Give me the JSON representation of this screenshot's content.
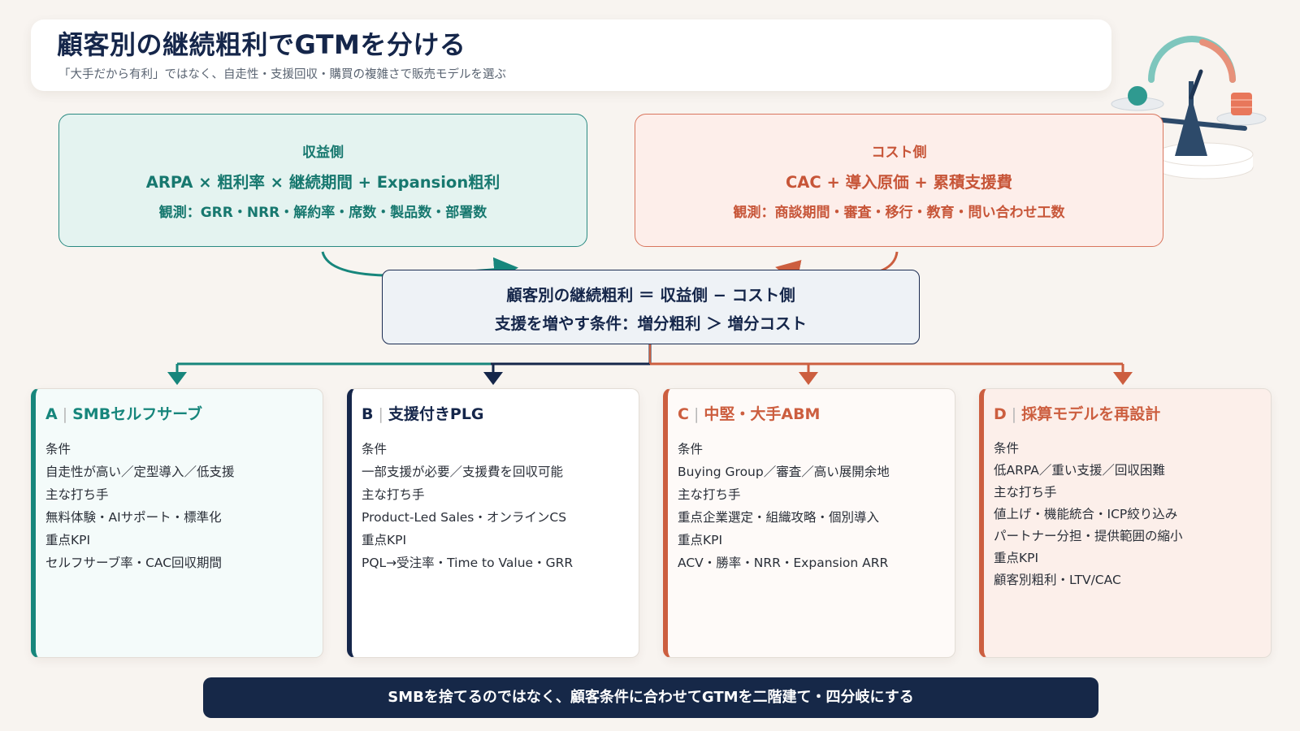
{
  "header": {
    "title": "顧客別の継続粗利でGTMを分ける",
    "subtitle": "「大手だから有利」ではなく、自走性・支援回収・購買の複雑さで販売モデルを選ぶ"
  },
  "revenue_box": {
    "title": "収益側",
    "formula": "ARPA × 粗利率 × 継続期間 + Expansion粗利",
    "observe": "観測：GRR・NRR・解約率・席数・製品数・部署数"
  },
  "cost_box": {
    "title": "コスト側",
    "formula": "CAC + 導入原価 + 累積支援費",
    "observe": "観測：商談期間・審査・移行・教育・問い合わせ工数"
  },
  "center_box": {
    "line1": "顧客別の継続粗利 ＝ 収益側 − コスト側",
    "line2": "支援を増やす条件：増分粗利 ＞ 増分コスト"
  },
  "cards": [
    {
      "letter": "A",
      "title": "SMBセルフサーブ",
      "rows": [
        "条件",
        "自走性が高い／定型導入／低支援",
        "主な打ち手",
        "無料体験・AIサポート・標準化",
        "重点KPI",
        "セルフサーブ率・CAC回収期間"
      ]
    },
    {
      "letter": "B",
      "title": "支援付きPLG",
      "rows": [
        "条件",
        "一部支援が必要／支援費を回収可能",
        "主な打ち手",
        "Product-Led Sales・オンラインCS",
        "重点KPI",
        "PQL→受注率・Time to Value・GRR"
      ]
    },
    {
      "letter": "C",
      "title": "中堅・大手ABM",
      "rows": [
        "条件",
        "Buying Group／審査／高い展開余地",
        "主な打ち手",
        "重点企業選定・組織攻略・個別導入",
        "重点KPI",
        "ACV・勝率・NRR・Expansion ARR"
      ]
    },
    {
      "letter": "D",
      "title": "採算モデルを再設計",
      "rows": [
        "条件",
        "低ARPA／重い支援／回収困難",
        "主な打ち手",
        "値上げ・機能統合・ICP絞り込み",
        "パートナー分担・提供範囲の縮小",
        "重点KPI",
        "顧客別粗利・LTV/CAC"
      ]
    }
  ],
  "footer": "SMBを捨てるのではなく、顧客条件に合わせてGTMを二階建て・四分岐にする",
  "colors": {
    "teal": "#17867c",
    "navy": "#15264a",
    "coral": "#cc5e3f"
  }
}
